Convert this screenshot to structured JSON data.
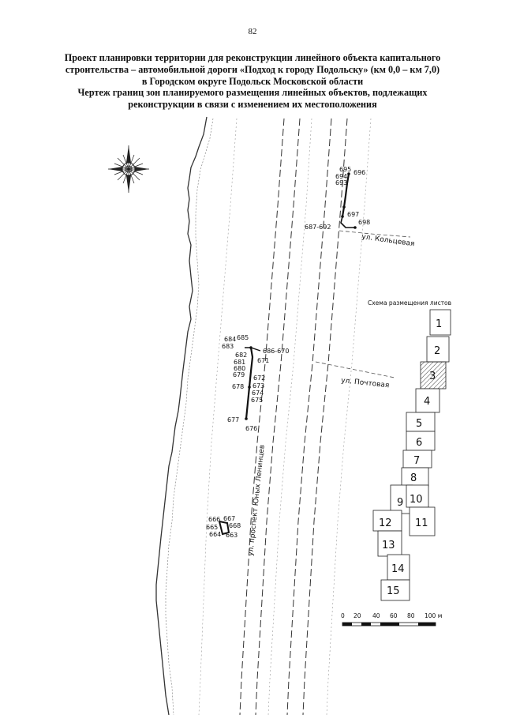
{
  "page_number": "82",
  "title_lines": [
    "Проект планировки территории для реконструкции линейного объекта капитального",
    "строительства – автомобильной дороги «Подход к городу Подольску» (км 0,0 – км 7,0)",
    "в Городском округе Подольск Московской области",
    "Чертеж границ зон планируемого размещения линейных объектов, подлежащих",
    "реконструкции в связи с изменением их местоположения"
  ],
  "streets": {
    "koltsevaya": "ул. Кольцевая",
    "pochtovaya": "ул. Почтовая",
    "prospekt": "ул. проспект Юных Ленинцев"
  },
  "point_labels": {
    "p695": "695",
    "p694": "694",
    "p696": "696",
    "p693": "693",
    "p697": "697",
    "p698": "698",
    "p687_692": "687-692",
    "p684": "684",
    "p685": "685",
    "p683": "683",
    "p682": "682",
    "p686_670": "686-670",
    "p681": "681",
    "p671": "671",
    "p680": "680",
    "p679": "679",
    "p672": "672",
    "p678": "678",
    "p673": "673",
    "p674": "674",
    "p675": "675",
    "p677": "677",
    "p676": "676",
    "p666": "666",
    "p667": "667",
    "p665": "665",
    "p668": "668",
    "p664": "664",
    "p663": "663"
  },
  "sheet_scheme": {
    "title": "Схема размещения листов",
    "sheets": [
      "1",
      "2",
      "3",
      "4",
      "5",
      "6",
      "7",
      "8",
      "9",
      "10",
      "11",
      "12",
      "13",
      "14",
      "15"
    ],
    "highlighted": "3"
  },
  "scale_bar": {
    "ticks": [
      "0",
      "20",
      "40",
      "60",
      "80",
      "100 м"
    ]
  },
  "icons": {
    "north": "compass-rose-icon"
  }
}
